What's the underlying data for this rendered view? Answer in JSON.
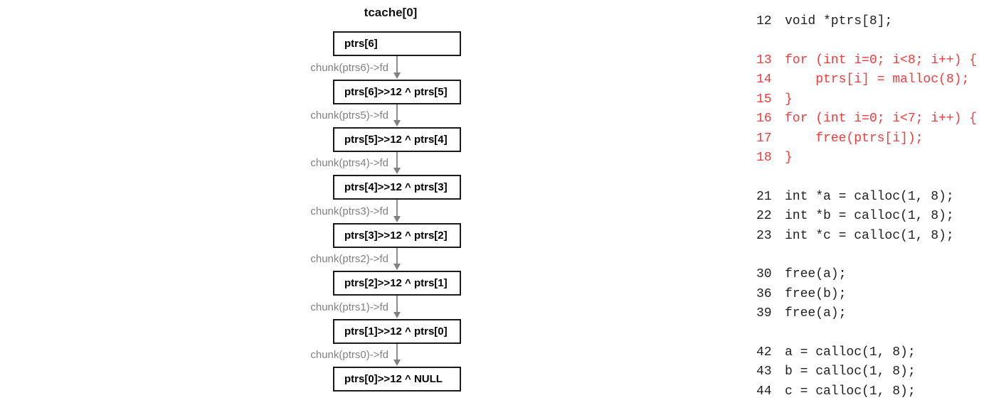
{
  "diagram": {
    "title": "tcache[0]",
    "nodes": [
      "ptrs[6]",
      "ptrs[6]>>12 ^ ptrs[5]",
      "ptrs[5]>>12 ^ ptrs[4]",
      "ptrs[4]>>12 ^ ptrs[3]",
      "ptrs[3]>>12 ^ ptrs[2]",
      "ptrs[2]>>12 ^ ptrs[1]",
      "ptrs[1]>>12 ^ ptrs[0]",
      "ptrs[0]>>12 ^ NULL"
    ],
    "edges": [
      "chunk(ptrs6)->fd",
      "chunk(ptrs5)->fd",
      "chunk(ptrs4)->fd",
      "chunk(ptrs3)->fd",
      "chunk(ptrs2)->fd",
      "chunk(ptrs1)->fd",
      "chunk(ptrs0)->fd"
    ]
  },
  "code": {
    "lines": [
      {
        "num": "12",
        "text": "void *ptrs[8];",
        "color": "black"
      },
      {
        "num": "13",
        "text": "for (int i=0; i<8; i++) {",
        "color": "red"
      },
      {
        "num": "14",
        "text": "    ptrs[i] = malloc(8);",
        "color": "red"
      },
      {
        "num": "15",
        "text": "}",
        "color": "red"
      },
      {
        "num": "16",
        "text": "for (int i=0; i<7; i++) {",
        "color": "red"
      },
      {
        "num": "17",
        "text": "    free(ptrs[i]);",
        "color": "red"
      },
      {
        "num": "18",
        "text": "}",
        "color": "red"
      },
      {
        "num": "21",
        "text": "int *a = calloc(1, 8);",
        "color": "black"
      },
      {
        "num": "22",
        "text": "int *b = calloc(1, 8);",
        "color": "black"
      },
      {
        "num": "23",
        "text": "int *c = calloc(1, 8);",
        "color": "black"
      },
      {
        "num": "30",
        "text": "free(a);",
        "color": "black"
      },
      {
        "num": "36",
        "text": "free(b);",
        "color": "black"
      },
      {
        "num": "39",
        "text": "free(a);",
        "color": "black"
      },
      {
        "num": "42",
        "text": "a = calloc(1, 8);",
        "color": "black"
      },
      {
        "num": "43",
        "text": "b = calloc(1, 8);",
        "color": "black"
      },
      {
        "num": "44",
        "text": "c = calloc(1, 8);",
        "color": "black"
      }
    ]
  },
  "colors": {
    "code_red": "#f33b3b",
    "code_black": "#1f1f1f",
    "edge_gray": "#808080",
    "node_border": "#1a1a1a",
    "background": "#ffffff"
  }
}
